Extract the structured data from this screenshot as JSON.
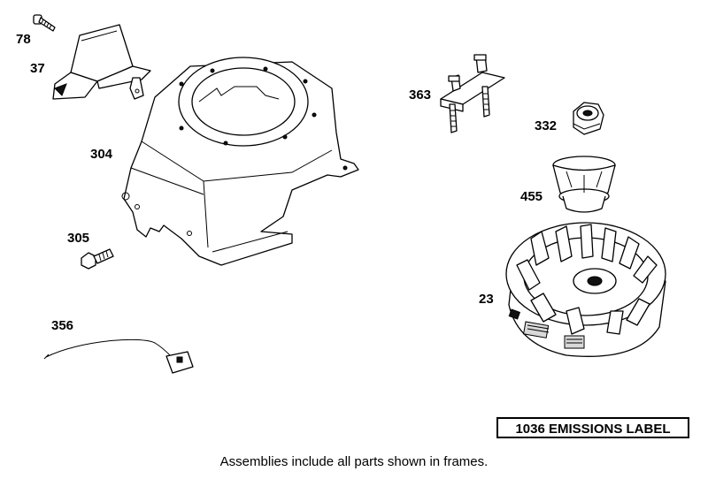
{
  "parts": [
    {
      "id": "p78",
      "number": "78"
    },
    {
      "id": "p37",
      "number": "37"
    },
    {
      "id": "p304",
      "number": "304"
    },
    {
      "id": "p305",
      "number": "305"
    },
    {
      "id": "p356",
      "number": "356"
    },
    {
      "id": "p363",
      "number": "363"
    },
    {
      "id": "p332",
      "number": "332"
    },
    {
      "id": "p455",
      "number": "455"
    },
    {
      "id": "p23",
      "number": "23"
    }
  ],
  "framed_part": {
    "label": "1036 EMISSIONS LABEL"
  },
  "footer_note": "Assemblies include all parts shown in frames."
}
